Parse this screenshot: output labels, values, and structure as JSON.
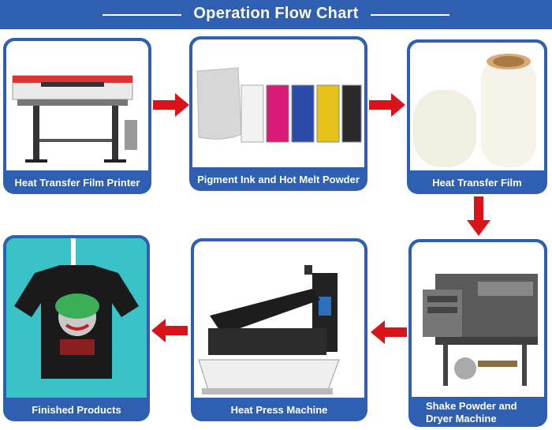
{
  "header": {
    "title": "Operation Flow Chart"
  },
  "steps": [
    {
      "label": "Heat Transfer Film Printer",
      "icon": "printer-icon"
    },
    {
      "label": "Pigment Ink and Hot Melt Powder",
      "icon": "ink-bottles-icon"
    },
    {
      "label": "Heat Transfer Film",
      "icon": "film-roll-icon"
    },
    {
      "label_line1": "Shake Powder and",
      "label_line2": "Dryer Machine",
      "icon": "dryer-machine-icon"
    },
    {
      "label": "Heat Press Machine",
      "icon": "heat-press-icon"
    },
    {
      "label": "Finished Products",
      "icon": "tshirt-icon"
    }
  ],
  "colors": {
    "brand_blue": "#2f5fb0",
    "arrow_red": "#d8141a",
    "white": "#ffffff"
  }
}
